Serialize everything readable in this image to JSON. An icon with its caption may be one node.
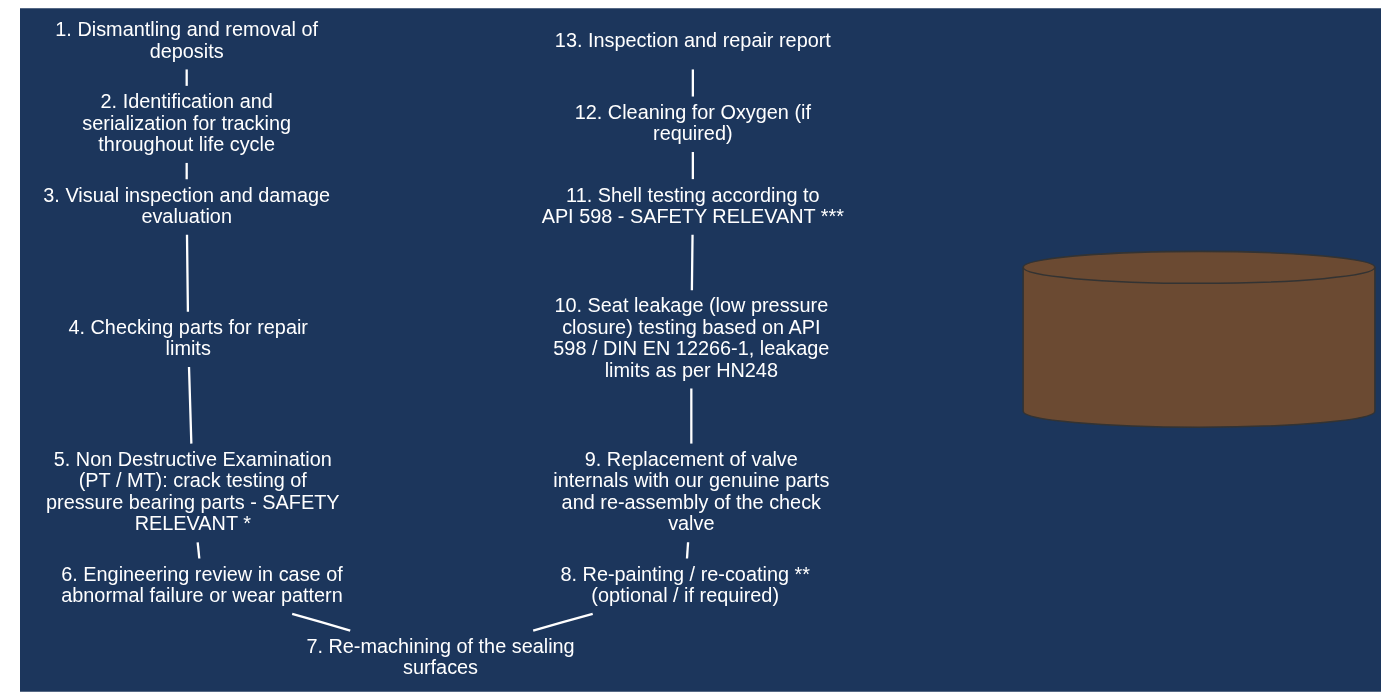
{
  "diagram": {
    "nodes": [
      {
        "text": [
          "1. Dismantling and removal of deposits"
        ]
      },
      {
        "text": [
          "2. Identification and serialization for tracking throughout life cycle"
        ]
      },
      {
        "text": [
          "3. Visual inspection and damage evaluation"
        ]
      },
      {
        "text": [
          "4. Checking parts for repair limits"
        ]
      },
      {
        "text": [
          "5. Non Destructive Examination (PT / MT): crack testing of pressure bearing parts - SAFETY RELEVANT *"
        ]
      },
      {
        "text": [
          "6. Engineering review in case of abnormal failure or wear pattern"
        ]
      },
      {
        "text": [
          "7. Re-machining of the sealing surfaces"
        ]
      },
      {
        "text": [
          "8. Re-painting / re-coating ** (optional / if required)"
        ]
      },
      {
        "text": [
          "9. Replacement of valve internals with our genuine parts and re-assembly of the check valve"
        ]
      },
      {
        "text": [
          "10. Seat leakage (low pressure closure) testing based on API 598 / DIN EN 12266-1, leakage limits as per HN248"
        ]
      },
      {
        "text": [
          "11. Shell testing according to API 598 - SAFETY RELEVANT ***"
        ]
      },
      {
        "text": [
          "12. Cleaning for Oxygen (if required)"
        ]
      },
      {
        "text": [
          "13. Inspection and repair report"
        ]
      },
      {
        "text": [],
        "shape": "picture"
      }
    ],
    "edges": [
      {
        "from": 0,
        "to": 1,
        "arrow": "none"
      },
      {
        "from": 1,
        "to": 2,
        "arrow": "none"
      },
      {
        "from": 2,
        "to": 3,
        "arrow": "none"
      },
      {
        "from": 3,
        "to": 4,
        "arrow": "none"
      },
      {
        "from": 4,
        "to": 5,
        "arrow": "none"
      },
      {
        "from": 5,
        "to": 6,
        "arrow": "none"
      },
      {
        "from": 6,
        "to": 7,
        "arrow": "none"
      },
      {
        "from": 7,
        "to": 8,
        "arrow": "none"
      },
      {
        "from": 8,
        "to": 9,
        "arrow": "none"
      },
      {
        "from": 9,
        "to": 10,
        "arrow": "none"
      },
      {
        "from": 10,
        "to": 11,
        "arrow": "none"
      },
      {
        "from": 11,
        "to": 12,
        "arrow": "none"
      }
    ]
  }
}
